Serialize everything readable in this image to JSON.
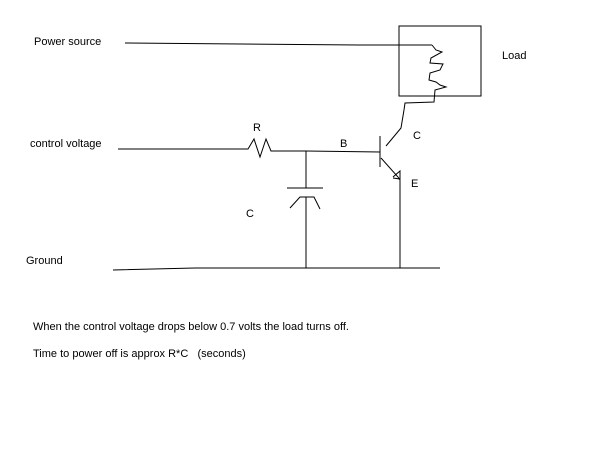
{
  "labels": {
    "power_source": "Power source",
    "control_voltage": "control voltage",
    "ground": "Ground",
    "load": "Load",
    "resistor": "R",
    "capacitor": "C",
    "base": "B",
    "collector": "C",
    "emitter": "E"
  },
  "notes": {
    "line1": "When the control voltage drops below 0.7 volts the load turns off.",
    "line2": "Time to power off is approx R*C   (seconds)"
  },
  "colors": {
    "ink": "#000000",
    "background": "#ffffff"
  }
}
